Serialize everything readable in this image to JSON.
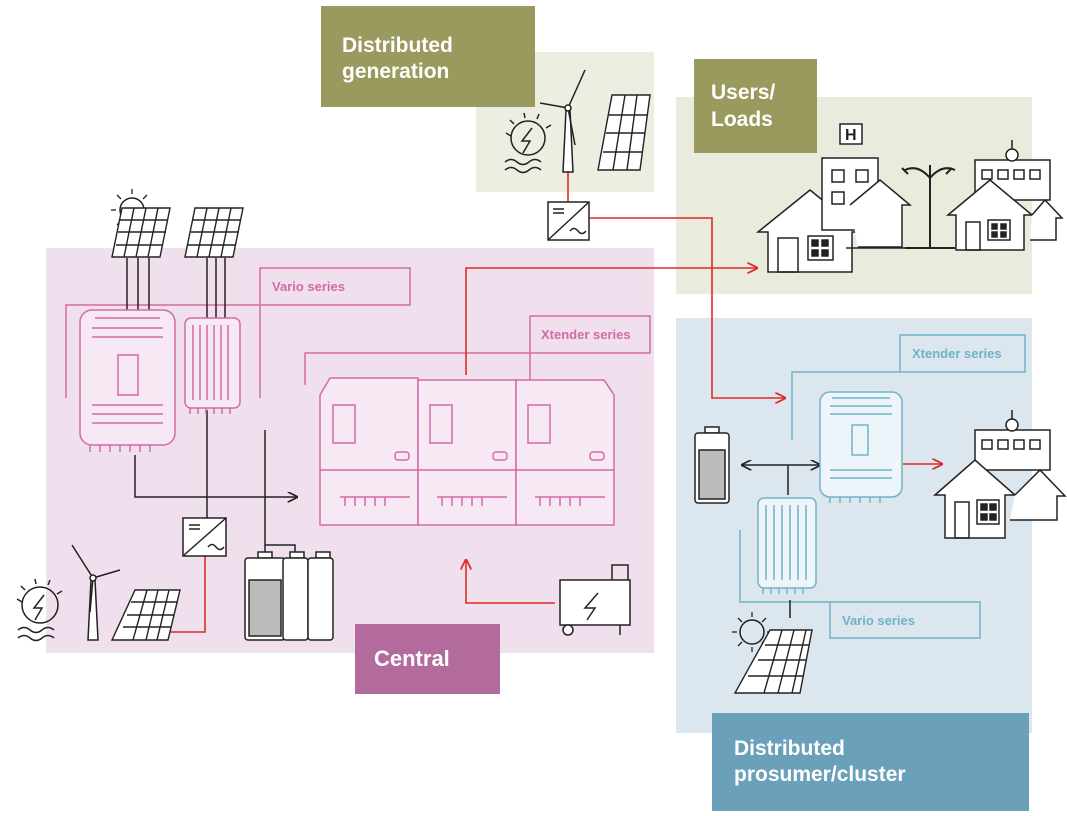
{
  "labels": {
    "distributed_generation": [
      "Distributed",
      "generation"
    ],
    "users_loads": [
      "Users/",
      "Loads"
    ],
    "central": "Central",
    "distributed_prosumer": [
      "Distributed",
      "prosumer/cluster"
    ],
    "vario_series_central": "Vario series",
    "xtender_series_central": "Xtender series",
    "xtender_series_prosumer": "Xtender series",
    "vario_series_prosumer": "Vario series",
    "hospital_sign": "H"
  },
  "colors": {
    "central_bg": "#f0dfec",
    "central_tag": "#b26b9c",
    "central_line": "#d46aa6",
    "generation_bg": "#ebeee0",
    "generation_tag": "#9b9a5e",
    "loads_bg": "#e9ecdd",
    "loads_tag": "#9b9a5e",
    "prosumer_bg": "#dce6ef",
    "prosumer_tag": "#6ba0ba",
    "prosumer_line": "#6fb3c9",
    "power_flow": "#e02a2a",
    "icon_line": "#222222"
  },
  "icons": [
    "sun-icon",
    "solar-panel-icon",
    "wind-turbine-icon",
    "hydro-icon",
    "inverter-icon",
    "battery-icon",
    "generator-icon",
    "house-icon",
    "hospital-icon",
    "school-icon",
    "street-lamp-icon"
  ]
}
